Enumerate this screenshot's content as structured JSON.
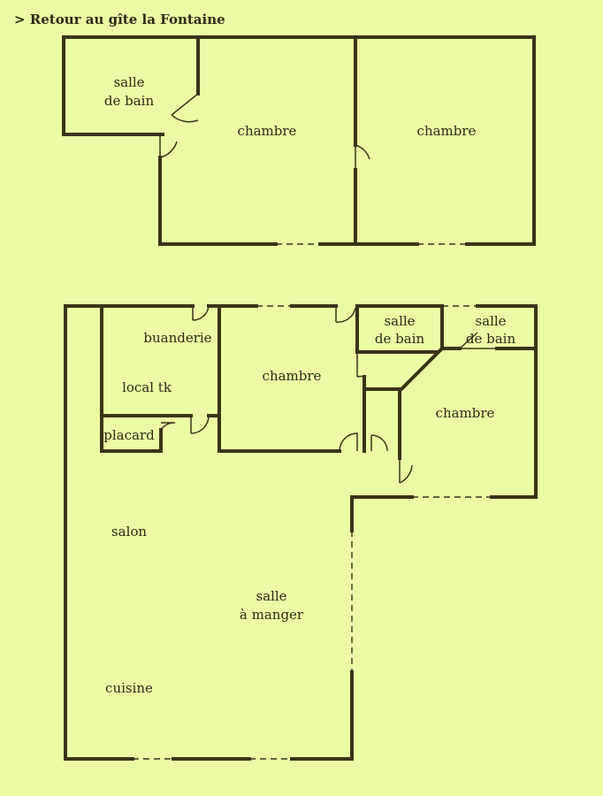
{
  "nav": {
    "back_label": "> Retour au gîte la Fontaine"
  },
  "upper_floor": {
    "bathroom": [
      "salle",
      "de bain"
    ],
    "bedroom_left": "chambre",
    "bedroom_right": "chambre"
  },
  "ground_floor": {
    "laundry": "buanderie",
    "tech_room": "local tk",
    "closet": "placard",
    "bedroom_center": "chambre",
    "bathroom_a": [
      "salle",
      "de bain"
    ],
    "bathroom_b": [
      "salle",
      "de bain"
    ],
    "bedroom_right": "chambre",
    "living_room": "salon",
    "dining_room": [
      "salle",
      "à manger"
    ],
    "kitchen": "cuisine"
  },
  "colors": {
    "background": "#ecfca4",
    "walls": "#3a3418",
    "text": "#2e2a17"
  }
}
